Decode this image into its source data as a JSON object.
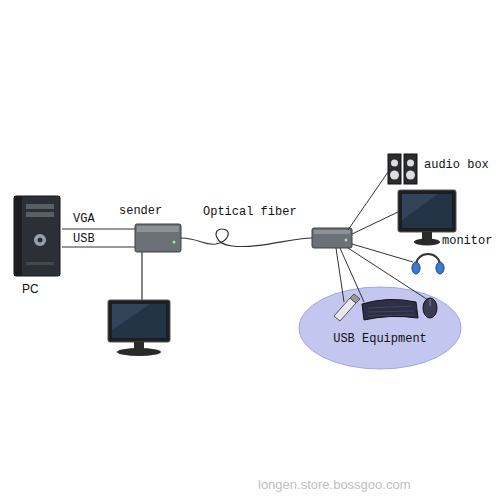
{
  "diagram": {
    "nodes": [
      {
        "text": [
          "PC"
        ]
      },
      {
        "text": [
          "sender"
        ]
      },
      {
        "text": [
          "audio box"
        ]
      },
      {
        "text": [
          "monitor"
        ]
      },
      {
        "text": [
          "USB Equipment"
        ]
      }
    ],
    "edges": [
      {
        "from": 0,
        "to": 1,
        "label": "VGA",
        "arrow": "none"
      },
      {
        "from": 0,
        "to": 1,
        "label": "USB",
        "arrow": "none"
      }
    ],
    "labels": [
      "Optical fiber",
      "longen.store.bossgoo.com"
    ]
  }
}
